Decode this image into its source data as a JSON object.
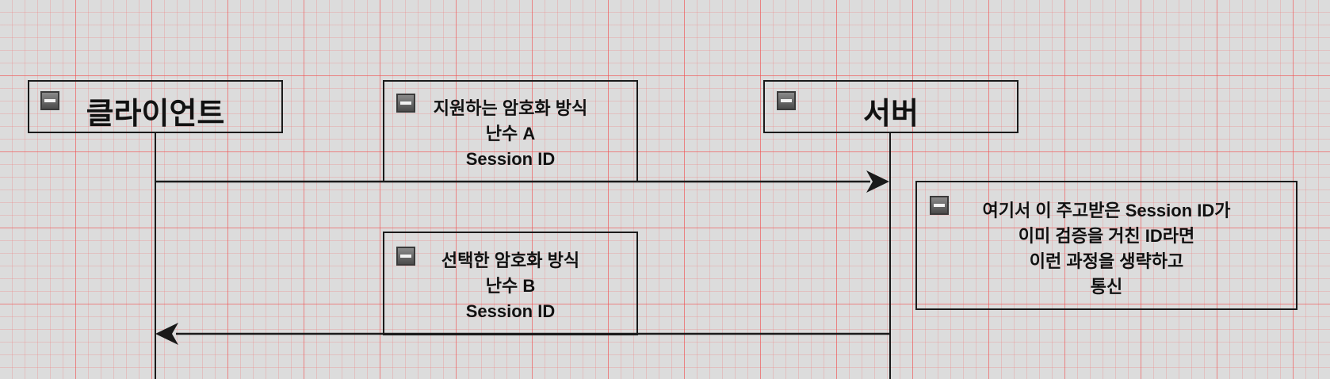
{
  "diagram": {
    "participants": {
      "client": "클라이언트",
      "server": "서버"
    },
    "messages": {
      "client_hello": [
        "지원하는 암호화 방식",
        "난수 A",
        "Session ID"
      ],
      "server_hello": [
        "선택한 암호화 방식",
        "난수 B",
        "Session ID"
      ]
    },
    "note": [
      "여기서 이 주고받은 Session ID가",
      "이미 검증을 거친 ID라면",
      "이런 과정을 생략하고",
      "통신"
    ]
  },
  "icons": {
    "collapse": "collapse-minus-icon"
  },
  "colors": {
    "background": "#dcdcdc",
    "grid": "#f05050",
    "stroke": "#1a1a1a"
  }
}
